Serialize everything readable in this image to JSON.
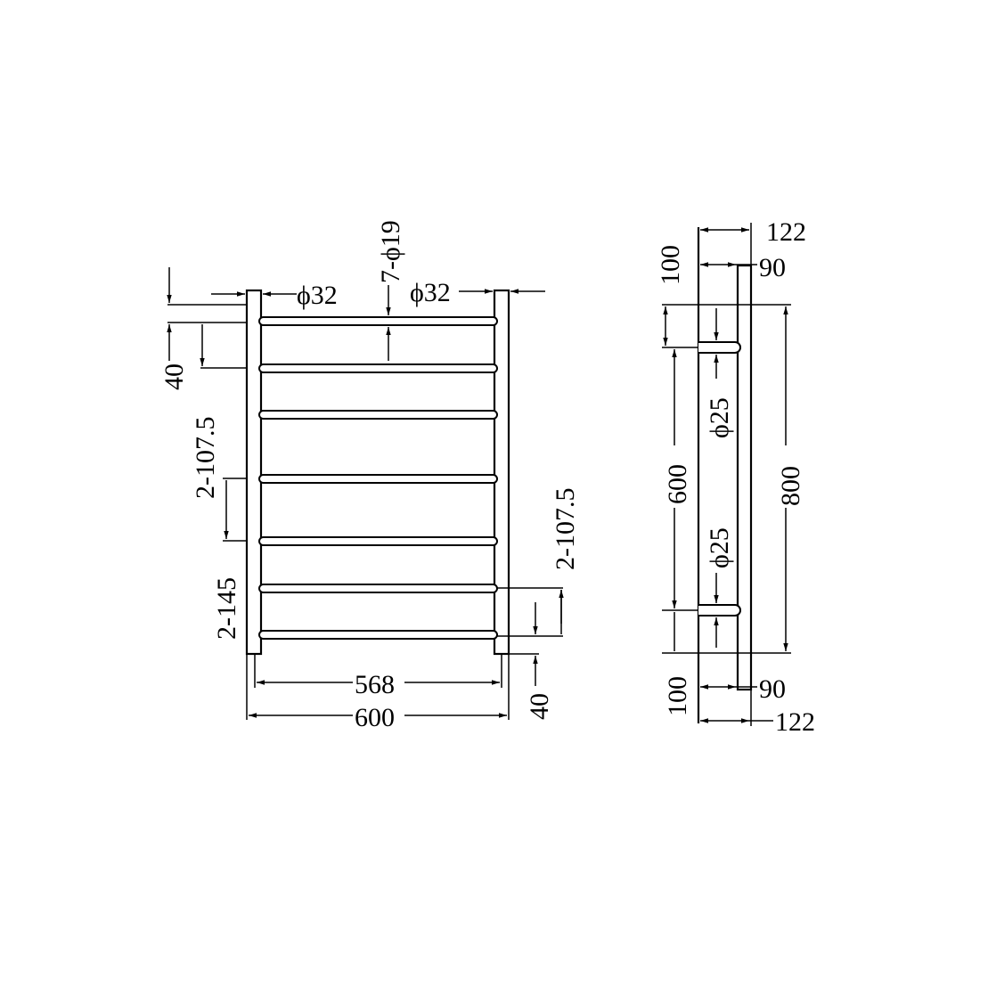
{
  "colors": {
    "ink": "#000000",
    "background": "#ffffff"
  },
  "front_view": {
    "labels": {
      "rail_dia": "7-ϕ19",
      "post_left_dia": "ϕ32",
      "post_right_dia": "ϕ32",
      "top_offset": "40",
      "top_pitch": "2-107.5",
      "mid_pitch": "2-145",
      "bottom_pitch": "2-107.5",
      "inner_width": "568",
      "outer_width": "600",
      "bottom_offset": "40"
    }
  },
  "side_view": {
    "labels": {
      "depth_top": "122",
      "wall_top": "90",
      "bracket_top": "100",
      "bracket_dia_top": "ϕ25",
      "bracket_spacing": "600",
      "bracket_dia_bottom": "ϕ25",
      "overall_height": "800",
      "bracket_bottom": "100",
      "wall_bottom": "90",
      "depth_bottom": "122"
    }
  }
}
